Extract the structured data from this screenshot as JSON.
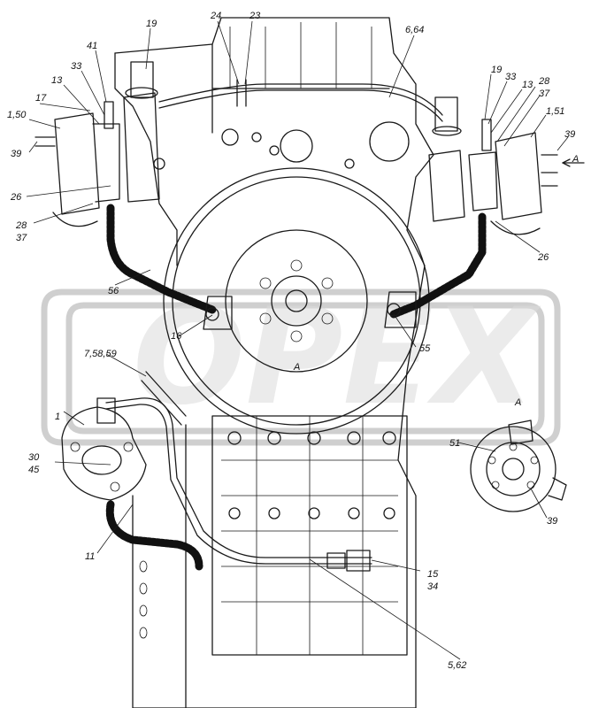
{
  "watermark": "OPEX",
  "view_label": "A",
  "callouts": [
    {
      "id": "c19a",
      "text": "19"
    },
    {
      "id": "c24",
      "text": "24"
    },
    {
      "id": "c23",
      "text": "23"
    },
    {
      "id": "c664",
      "text": "6,64"
    },
    {
      "id": "c41",
      "text": "41"
    },
    {
      "id": "c33a",
      "text": "33"
    },
    {
      "id": "c13a",
      "text": "13"
    },
    {
      "id": "c17",
      "text": "17"
    },
    {
      "id": "c150",
      "text": "1,50"
    },
    {
      "id": "c39a",
      "text": "39"
    },
    {
      "id": "c26a",
      "text": "26"
    },
    {
      "id": "c28a",
      "text": "28"
    },
    {
      "id": "c37a",
      "text": "37"
    },
    {
      "id": "c19b",
      "text": "19"
    },
    {
      "id": "c33b",
      "text": "33"
    },
    {
      "id": "c13b",
      "text": "13"
    },
    {
      "id": "c28b",
      "text": "28"
    },
    {
      "id": "c37b",
      "text": "37"
    },
    {
      "id": "c151",
      "text": "1,51"
    },
    {
      "id": "c39b",
      "text": "39"
    },
    {
      "id": "cAarrow",
      "text": "A"
    },
    {
      "id": "c26b",
      "text": "26"
    },
    {
      "id": "c56",
      "text": "56"
    },
    {
      "id": "c16",
      "text": "16"
    },
    {
      "id": "c55",
      "text": "55"
    },
    {
      "id": "c75859",
      "text": "7,58,59"
    },
    {
      "id": "cAmid",
      "text": "A"
    },
    {
      "id": "c1",
      "text": "1"
    },
    {
      "id": "c30",
      "text": "30"
    },
    {
      "id": "c45",
      "text": "45"
    },
    {
      "id": "c11",
      "text": "11"
    },
    {
      "id": "c15",
      "text": "15"
    },
    {
      "id": "c34",
      "text": "34"
    },
    {
      "id": "c562",
      "text": "5,62"
    },
    {
      "id": "cAview",
      "text": "A"
    },
    {
      "id": "c51",
      "text": "51"
    },
    {
      "id": "c39c",
      "text": "39"
    }
  ]
}
